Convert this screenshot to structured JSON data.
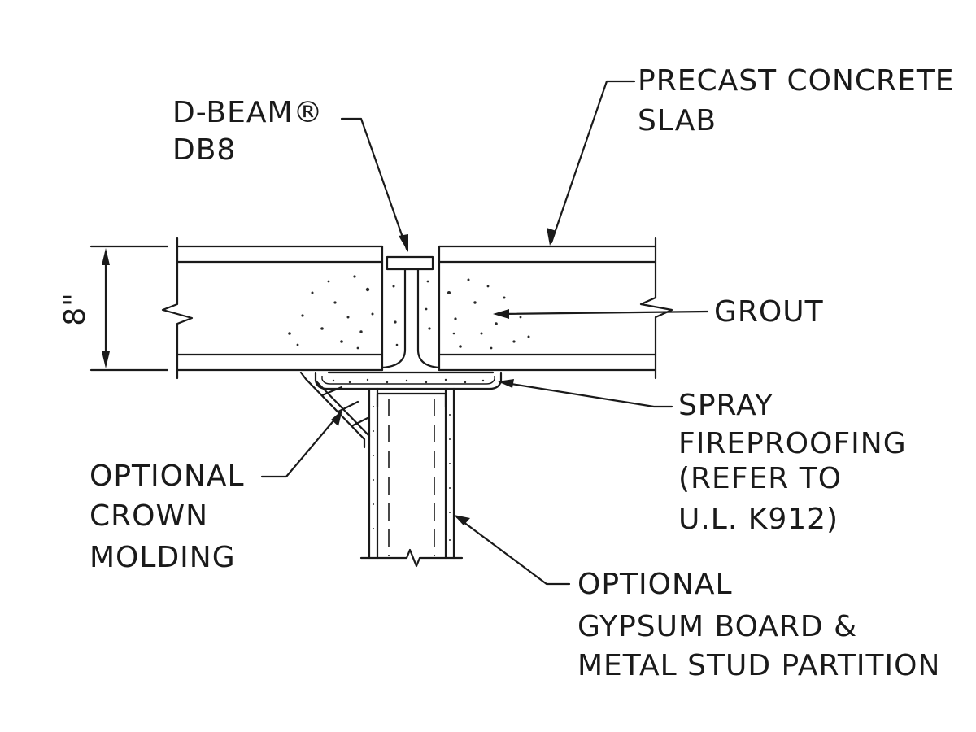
{
  "labels": {
    "precast_line1": "PRECAST CONCRETE",
    "precast_line2": "SLAB",
    "dbeam_line1": "D-BEAM®",
    "dbeam_line2": "DB8",
    "grout": "GROUT",
    "spray_line1": "SPRAY",
    "spray_line2": "FIREPROOFING",
    "spray_line3": "(REFER TO",
    "spray_line4": "U.L. K912)",
    "crown_line1": "OPTIONAL",
    "crown_line2": "CROWN",
    "crown_line3": "MOLDING",
    "gypsum_line1": "OPTIONAL",
    "gypsum_line2": "GYPSUM BOARD &",
    "gypsum_line3": "METAL STUD PARTITION",
    "dimension": "8\""
  }
}
